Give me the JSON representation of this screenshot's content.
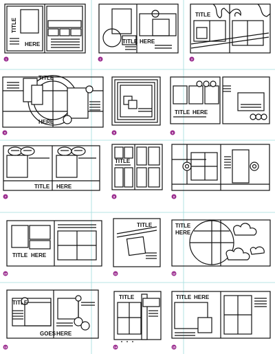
{
  "sheet": {
    "background": "#ffffff",
    "accent": "#9b2d8f",
    "line_color": "#111111",
    "separator_color": "#9fdcdc"
  },
  "layouts": [
    {
      "number": "1",
      "labels": [
        "TITLE",
        "HERE"
      ]
    },
    {
      "number": "2",
      "labels": [
        "TITLE",
        "HERE"
      ]
    },
    {
      "number": "3",
      "labels": [
        "TITLE"
      ]
    },
    {
      "number": "4",
      "labels": [
        "TITLE",
        "HERE"
      ]
    },
    {
      "number": "5",
      "labels": []
    },
    {
      "number": "6",
      "labels": [
        "TITLE",
        "HERE"
      ]
    },
    {
      "number": "7",
      "labels": [
        "TITLE",
        "HERE"
      ]
    },
    {
      "number": "8",
      "labels": [
        "TITLE"
      ]
    },
    {
      "number": "9",
      "labels": []
    },
    {
      "number": "10",
      "labels": [
        "TITLE",
        "HERE"
      ]
    },
    {
      "number": "11",
      "labels": [
        "TITLE"
      ]
    },
    {
      "number": "12",
      "labels": [
        "TITLE",
        "HERE"
      ]
    },
    {
      "number": "13",
      "labels": [
        "TITLE",
        "GOES",
        "HERE"
      ]
    },
    {
      "number": "14",
      "labels": [
        "TITLE"
      ]
    },
    {
      "number": "15",
      "labels": [
        "TITLE",
        "HERE"
      ]
    }
  ]
}
